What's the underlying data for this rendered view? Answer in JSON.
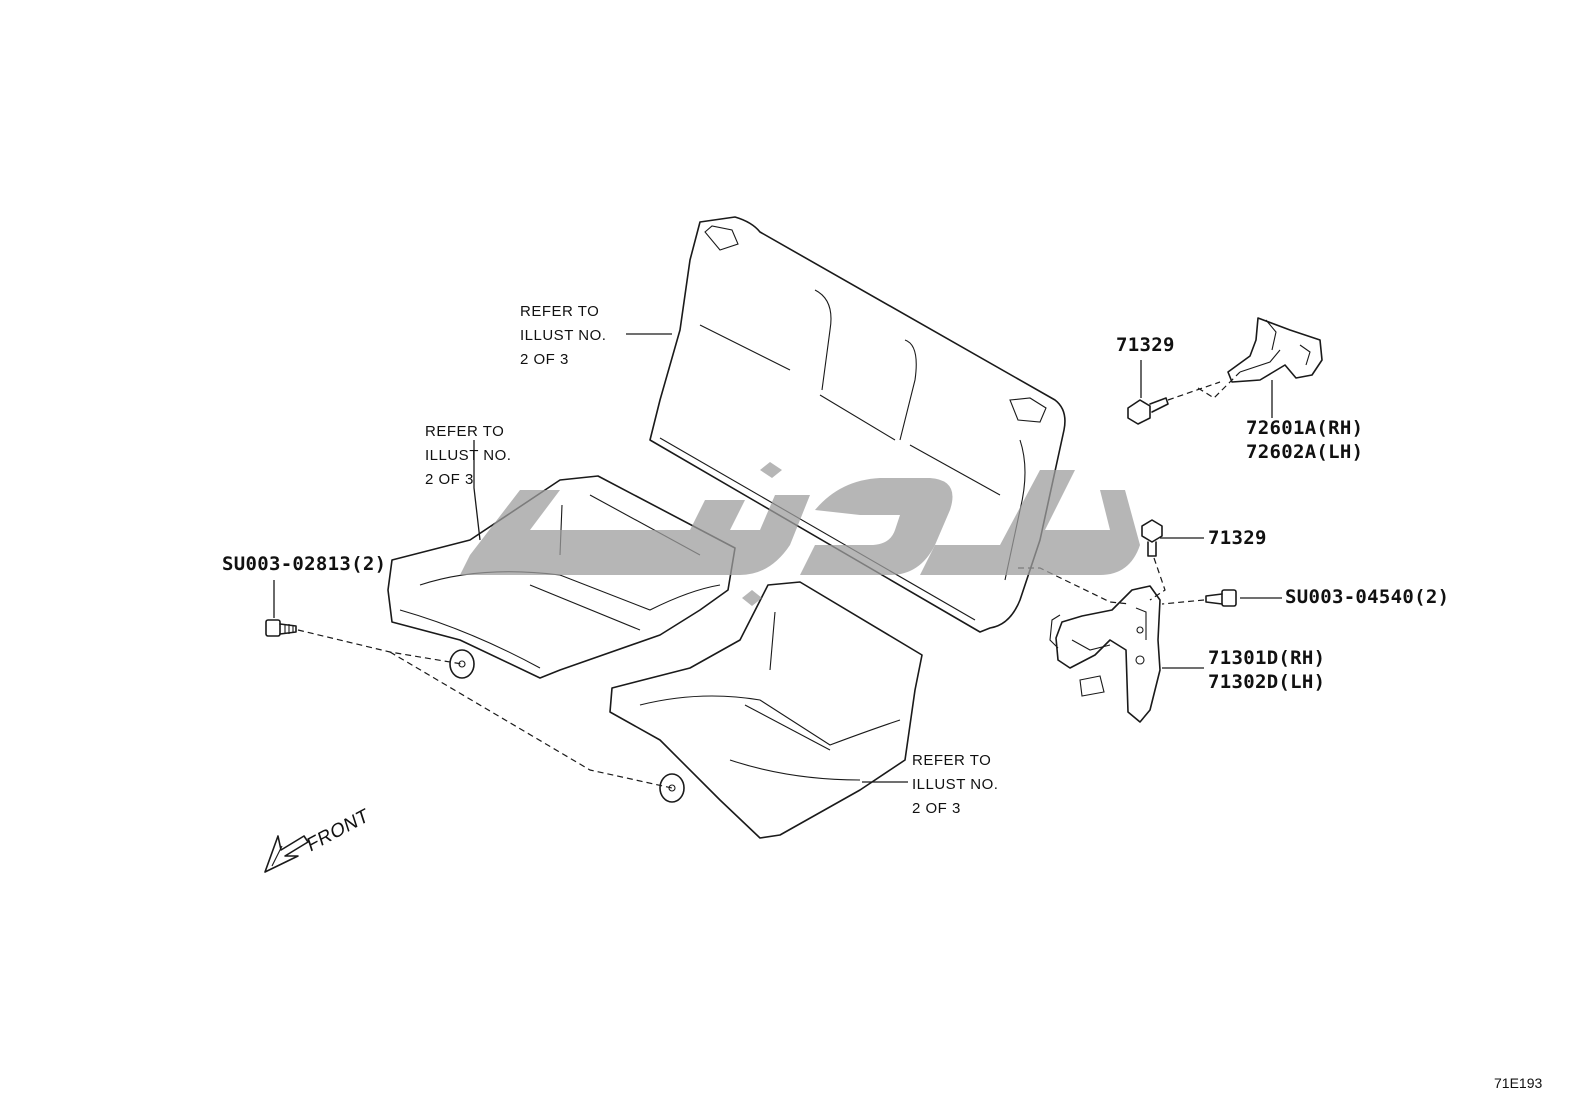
{
  "diagram": {
    "labels": {
      "refer_backrest": [
        "REFER TO",
        "ILLUST NO.",
        "2 OF 3"
      ],
      "refer_cushion_left": [
        "REFER TO",
        "ILLUST NO.",
        "2 OF 3"
      ],
      "refer_cushion_right": [
        "REFER TO",
        "ILLUST NO.",
        "2 OF 3"
      ],
      "bolt_left": "SU003-02813(2)",
      "bolt_top": "71329",
      "striker_rh": "72601A(RH)",
      "striker_lh": "72602A(LH)",
      "bolt_mid": "71329",
      "bolt_right": "SU003-04540(2)",
      "hinge_rh": "71301D(RH)",
      "hinge_lh": "71302D(LH)",
      "front": "FRONT"
    },
    "illustration_code": "71E193",
    "colors": {
      "line": "#1a1a1a",
      "watermark": "#9e9e9e"
    }
  }
}
